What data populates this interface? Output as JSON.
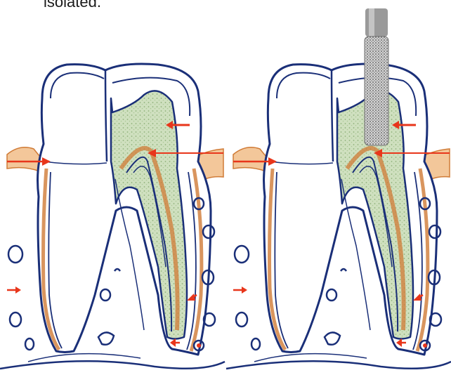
{
  "caption_fragment": "isolated.",
  "colors": {
    "outline": "#1a2f78",
    "pulp_fill": "#cfe0bf",
    "pulp_speckle": "#8fb07a",
    "bone_fill": "#f3c79a",
    "bone_line": "#d07b36",
    "arrow": "#e8361b",
    "bur_light": "#d8d8d8",
    "bur_dark": "#6d6d6d",
    "shank": "#9a9a9a"
  },
  "panels": [
    {
      "name": "tooth-without-bur",
      "has_bur": false
    },
    {
      "name": "tooth-with-bur",
      "has_bur": true
    }
  ]
}
